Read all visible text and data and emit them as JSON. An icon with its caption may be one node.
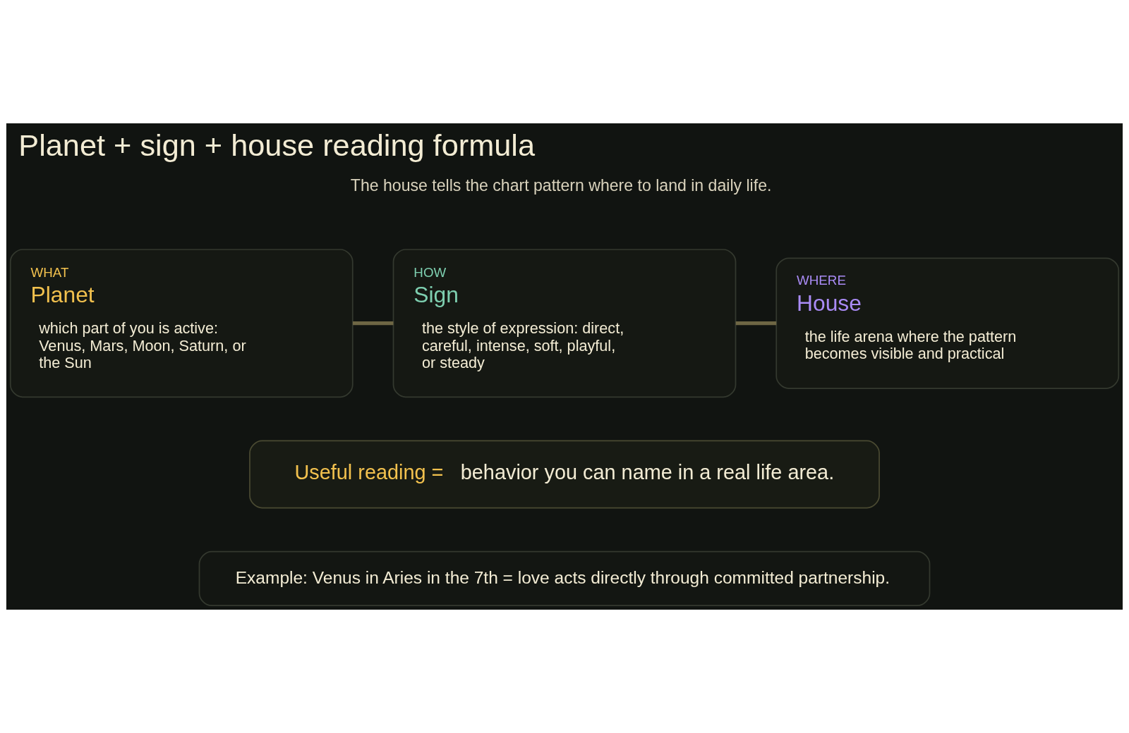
{
  "diagram": {
    "title": "Planet + sign + house reading formula",
    "nodes": [
      {
        "text": [
          "WHAT",
          "Planet",
          "which part of you is active: Venus, Mars, Moon, Saturn, or the Sun"
        ]
      },
      {
        "text": [
          "HOW",
          "Sign",
          "the style of expression: direct, careful, intense, soft, playful, or steady"
        ]
      },
      {
        "text": [
          "WHERE",
          "House",
          "the life arena where the pattern becomes visible and practical"
        ]
      },
      {
        "text": [
          "Useful reading =",
          "behavior you can name in a real life area."
        ]
      },
      {
        "text": [
          "Example: Venus in Aries in the 7th = love acts directly through committed partnership."
        ]
      }
    ],
    "edges": [
      {
        "from": 0,
        "to": 1,
        "arrow": "none"
      },
      {
        "from": 1,
        "to": 2,
        "arrow": "none"
      }
    ],
    "labels": [
      "The house tells the chart pattern where to land in daily life."
    ]
  }
}
